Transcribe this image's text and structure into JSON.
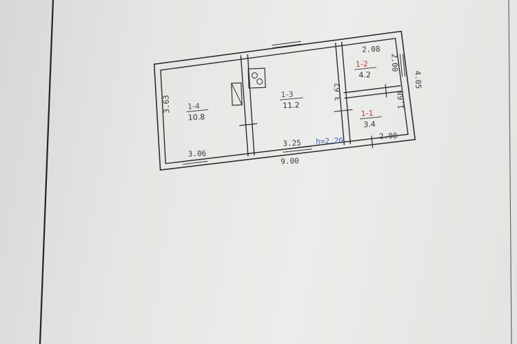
{
  "floor_plan": {
    "rooms": [
      {
        "code": "1-4",
        "area": "10.8"
      },
      {
        "code": "1-3",
        "area": "11.2"
      },
      {
        "code": "1-2",
        "area": "4.2"
      },
      {
        "code": "1-1",
        "area": "3.4"
      }
    ],
    "dimensions": {
      "left_height": "3.63",
      "bottom_left_window": "3.06",
      "bottom_middle_window": "3.25",
      "total_width": "9.00",
      "total_height": "4.05",
      "room_1_2_width": "2.08",
      "room_1_2_height": "2.00",
      "room_1_3_height": "3.62",
      "room_1_1_height": "1.68",
      "room_1_1_width": "2.00"
    },
    "ceiling_height": "h=2.20"
  },
  "colors": {
    "ink": "#333333",
    "red_ink": "#c0393b",
    "blue_ink": "#4460b8"
  }
}
